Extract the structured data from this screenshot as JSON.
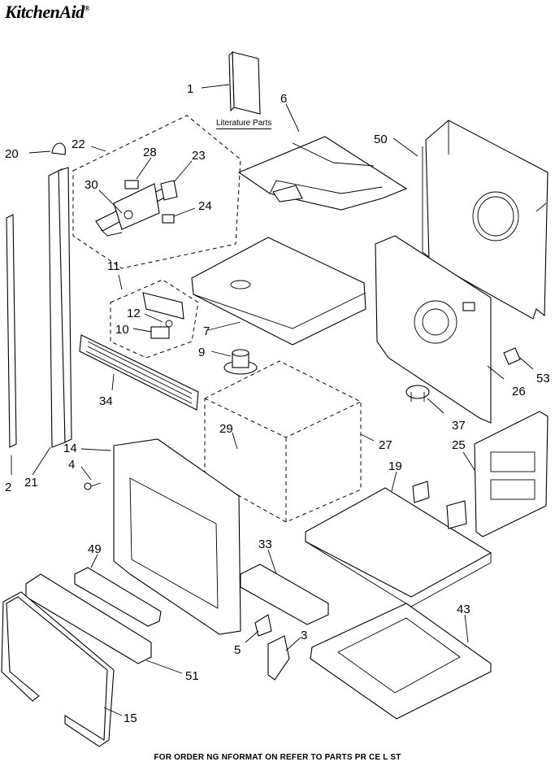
{
  "brand": "KitchenAid",
  "brand_mark": "®",
  "literature_label": "Literature Parts",
  "footer": "FOR ORDER NG NFORMAT ON REFER TO PARTS PR CE L ST",
  "callouts": {
    "c1": "1",
    "c2": "2",
    "c3": "3",
    "c4": "4",
    "c5": "5",
    "c6": "6",
    "c7": "7",
    "c9": "9",
    "c10": "10",
    "c11": "11",
    "c12": "12",
    "c14": "14",
    "c15": "15",
    "c19": "19",
    "c20": "20",
    "c21": "21",
    "c22": "22",
    "c23": "23",
    "c24": "24",
    "c25": "25",
    "c26": "26",
    "c27": "27",
    "c28": "28",
    "c29": "29",
    "c30": "30",
    "c33": "33",
    "c34": "34",
    "c37": "37",
    "c43": "43",
    "c49": "49",
    "c50": "50",
    "c51": "51",
    "c53": "53"
  }
}
